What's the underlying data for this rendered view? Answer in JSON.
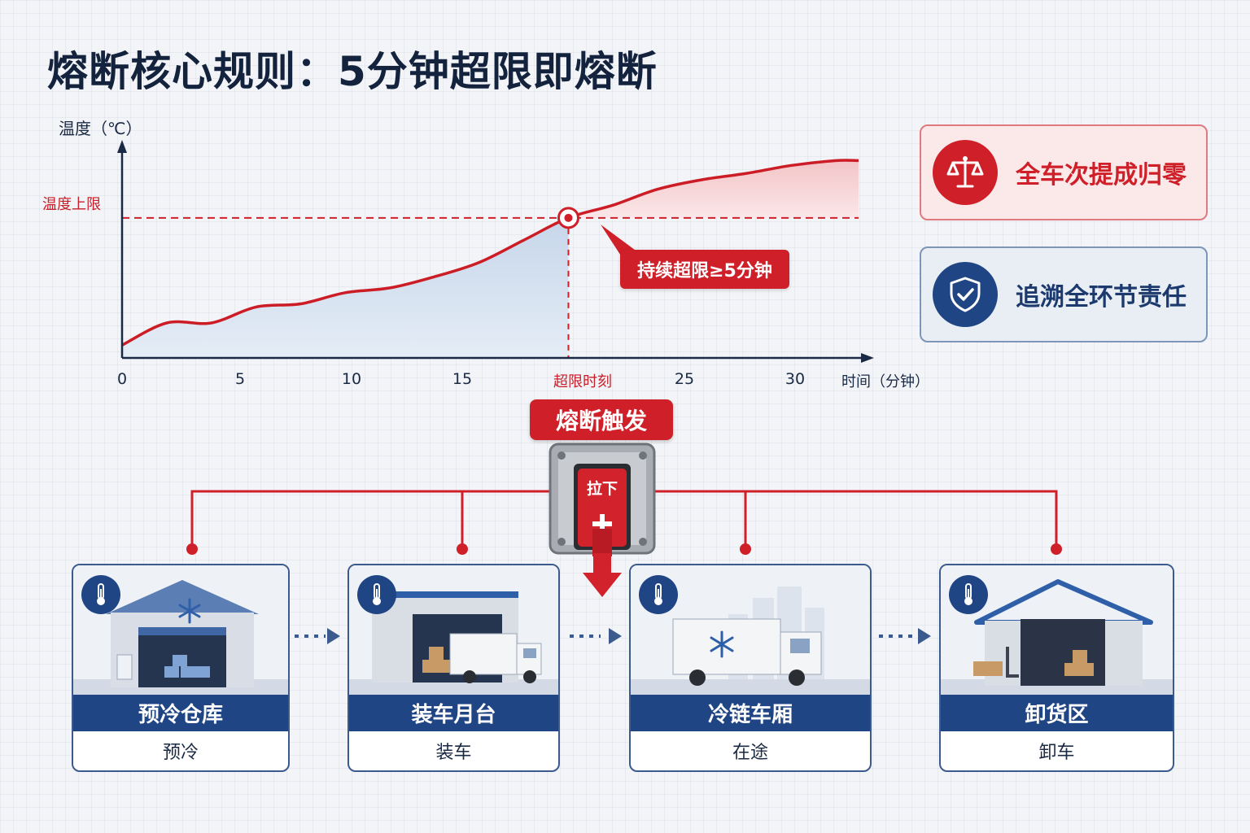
{
  "title": "熔断核心规则：5分钟超限即熔断",
  "chart": {
    "y_unit": "温度（℃）",
    "limit_label": "温度上限",
    "x_unit": "时间（分钟）",
    "ticks": [
      "0",
      "5",
      "10",
      "15",
      "超限时刻",
      "25",
      "30"
    ],
    "callout": "持续超限≥5分钟"
  },
  "rules": [
    {
      "text": "全车次提成归零",
      "icon": "scales-icon",
      "color": "#cf1f28"
    },
    {
      "text": "追溯全环节责任",
      "icon": "shield-check-icon",
      "color": "#1f4584"
    }
  ],
  "fuse": {
    "badge": "熔断触发",
    "switch_label": "拉下"
  },
  "stages": [
    {
      "name": "预冷仓库",
      "step": "预冷"
    },
    {
      "name": "装车月台",
      "step": "装车"
    },
    {
      "name": "冷链车厢",
      "step": "在途"
    },
    {
      "name": "卸货区",
      "step": "卸车"
    }
  ],
  "colors": {
    "red": "#cf1f28",
    "navy": "#1f4584",
    "axis": "#1b2a44"
  },
  "chart_data": {
    "type": "area",
    "x": [
      0,
      2,
      4,
      6,
      8,
      10,
      12,
      14,
      16,
      18,
      20,
      22,
      24,
      26,
      28,
      30,
      32,
      33
    ],
    "y": [
      0.08,
      0.22,
      0.22,
      0.32,
      0.34,
      0.41,
      0.44,
      0.51,
      0.6,
      0.74,
      0.88,
      0.96,
      1.06,
      1.12,
      1.16,
      1.21,
      1.24,
      1.24
    ],
    "limit": 0.88,
    "breach_time": 20,
    "xlim": [
      0,
      33
    ],
    "ylim": [
      0,
      1.38
    ],
    "xlabel": "时间（分钟）",
    "ylabel": "温度（℃）",
    "series": [
      {
        "values": [
          0.08,
          0.22,
          0.22,
          0.32,
          0.34,
          0.41,
          0.44,
          0.51,
          0.6,
          0.74,
          0.88,
          0.96,
          1.06,
          1.12,
          1.16,
          1.21,
          1.24,
          1.24
        ]
      }
    ]
  }
}
